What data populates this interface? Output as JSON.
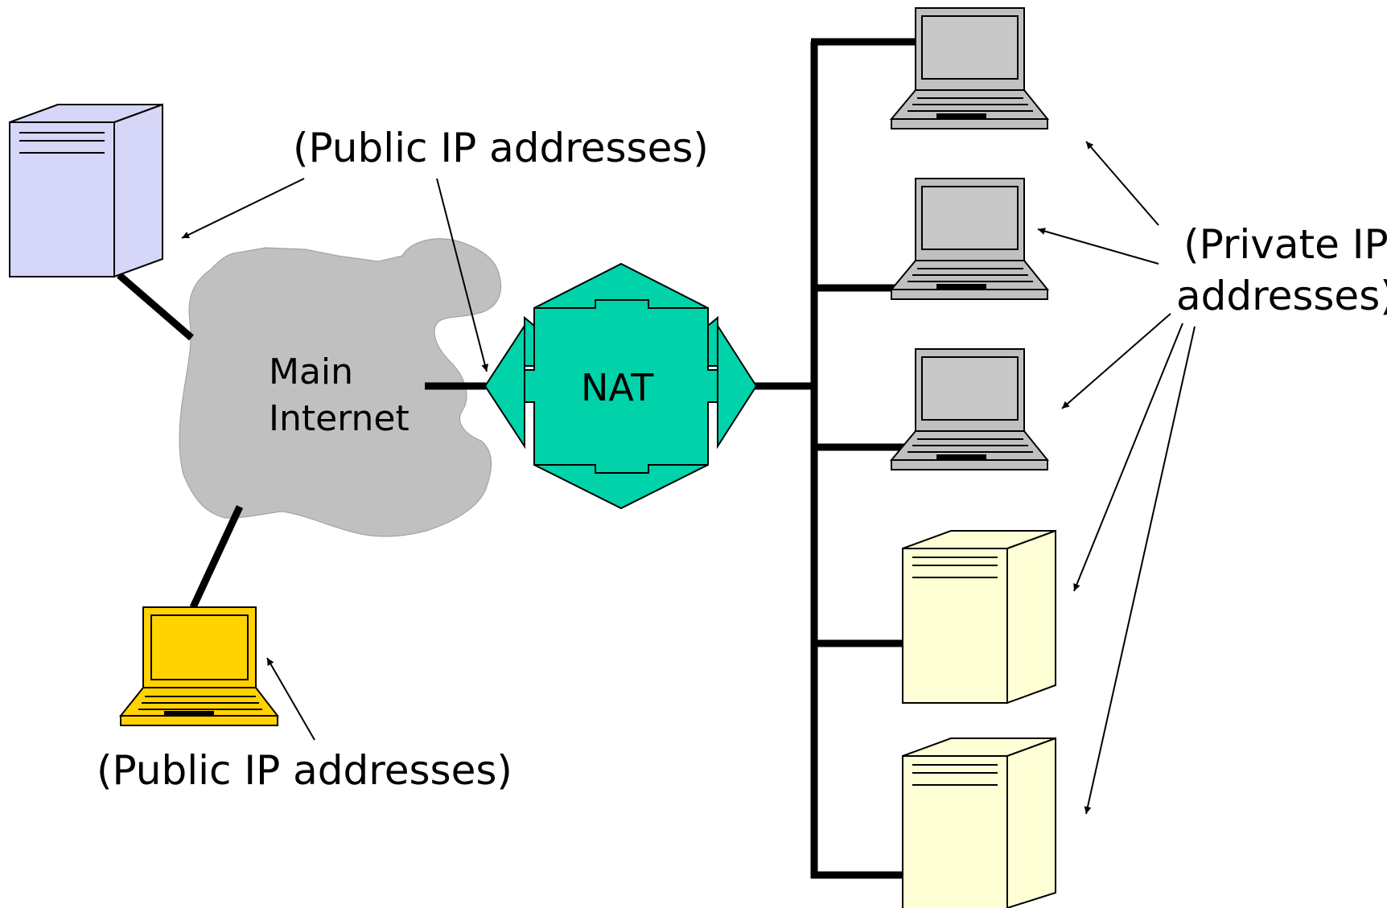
{
  "labels": {
    "public_top": "(Public IP addresses)",
    "public_bottom": "(Public IP addresses)",
    "private_line1": "(Private IP",
    "private_line2": "addresses)",
    "cloud_line1": "Main",
    "cloud_line2": "Internet",
    "nat": "NAT"
  },
  "colors": {
    "cloud": "#c0c0c0",
    "nat": "#00d2aa",
    "public_server": "#d6d6f8",
    "public_laptop": "#ffd200",
    "private_laptop": "#c0c0c0",
    "private_server": "#ffffd6",
    "wire": "#000000"
  },
  "icons": {
    "cloud": "cloud-icon",
    "nat": "nat-router-icon",
    "server": "server-icon",
    "laptop": "laptop-icon"
  }
}
